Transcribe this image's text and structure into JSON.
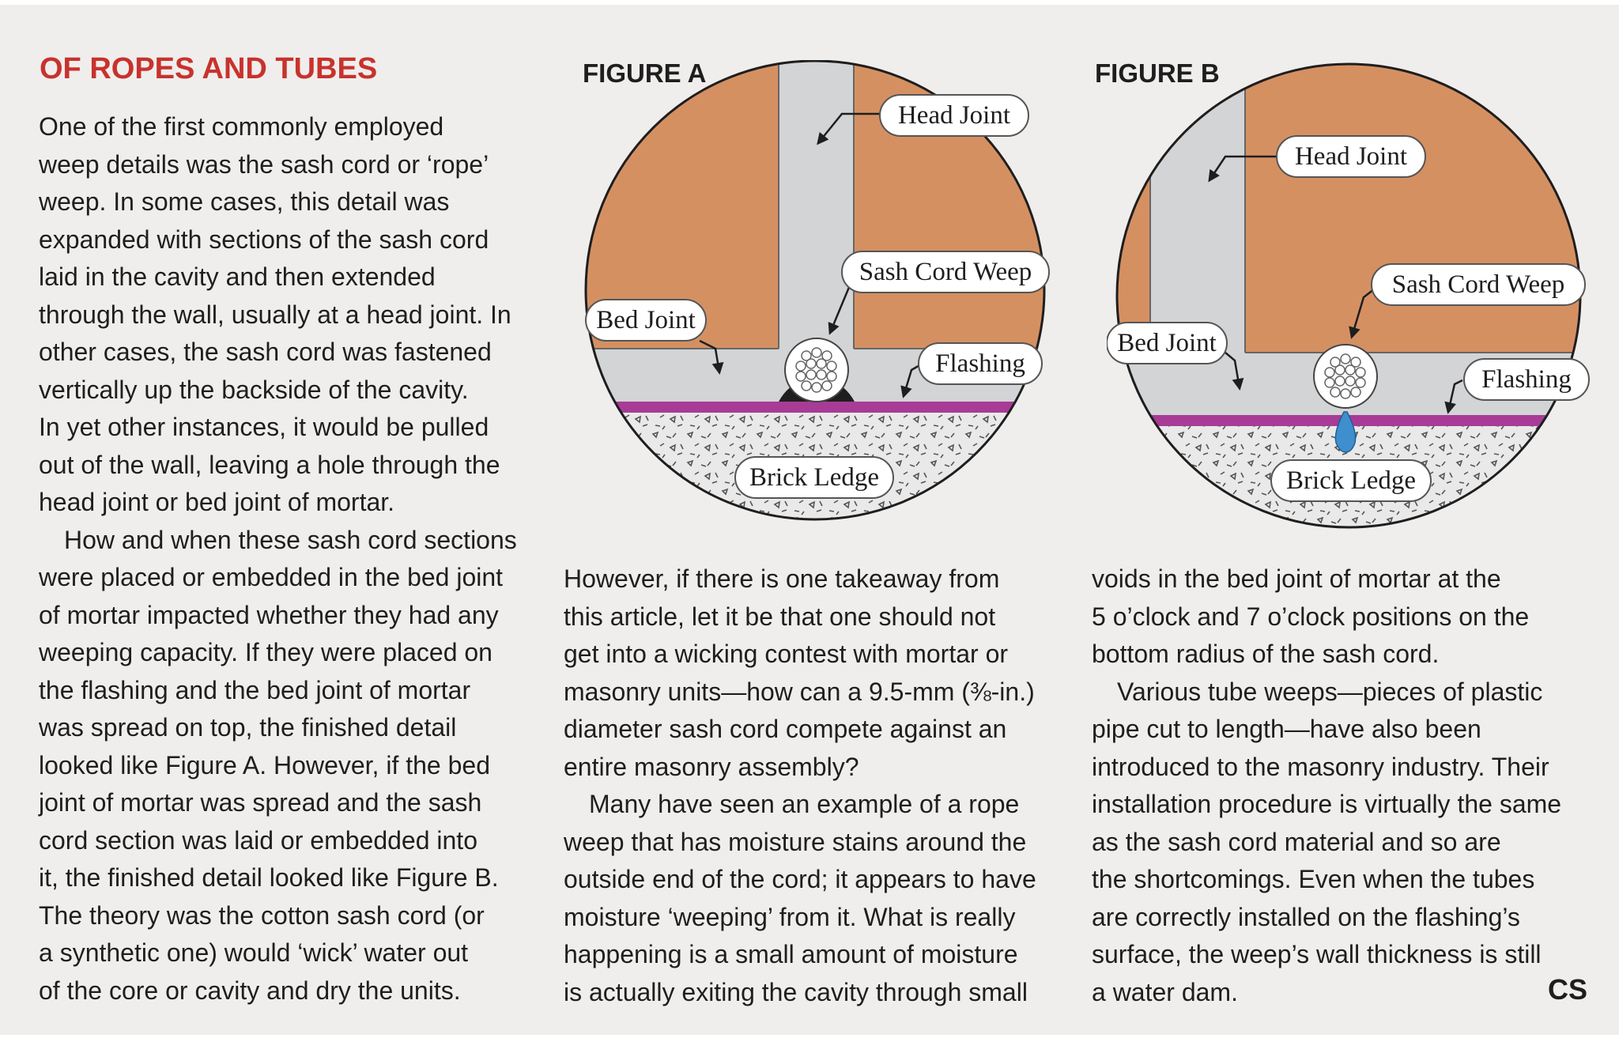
{
  "article": {
    "title": "OF ROPES AND TUBES",
    "columns": [
      {
        "lines": [
          "One of the first commonly employed",
          "weep details was the sash cord or ‘rope’",
          "weep. In some cases, this detail was",
          "expanded with sections of the sash cord",
          "laid in the cavity and then extended",
          "through the wall, usually at a head joint. In",
          "other cases, the sash cord was fastened",
          "vertically up the backside of the cavity.",
          "In yet other instances, it would be pulled",
          "out of the wall, leaving a hole through the",
          "head joint or bed joint of mortar.",
          " How and when these sash cord sections",
          "were placed or embedded in the bed joint",
          "of mortar impacted whether they had any",
          "weeping capacity. If they were placed on",
          "the flashing and the bed joint of mortar",
          "was spread on top, the finished detail",
          "looked like Figure A. However, if the bed",
          "joint of mortar was spread and the sash",
          "cord section was laid or embedded into",
          "it, the finished detail looked like Figure B.",
          "The theory was the cotton sash cord (or",
          "a synthetic one) would ‘wick’ water out",
          "of the core or cavity and dry the units."
        ]
      },
      {
        "lines": [
          "However, if there is one takeaway from",
          "this article, let it be that one should not",
          "get into a wicking contest with mortar or",
          "masonry units—how can a 9.5-mm (⅜-in.)",
          "diameter sash cord compete against an",
          "entire masonry assembly?",
          " Many have seen an example of a rope",
          "weep that has moisture stains around the",
          "outside end of the cord; it appears to have",
          "moisture ‘weeping’ from it. What is really",
          "happening is a small amount of moisture",
          "is actually exiting the cavity through small"
        ]
      },
      {
        "lines": [
          "voids in the bed joint of mortar at the",
          "5 o’clock and 7 o’clock positions on the",
          "bottom radius of the sash cord.",
          " Various tube weeps—pieces of plastic",
          "pipe cut to length—have also been",
          "introduced to the masonry industry. Their",
          "installation procedure is virtually the same",
          "as the sash cord material and so are",
          "the shortcomings. Even when the tubes",
          "are correctly installed on the flashing’s",
          "surface, the weep’s wall thickness is still",
          "a water dam."
        ]
      }
    ],
    "end_mark": "CS"
  },
  "figures": {
    "a": {
      "label": "FIGURE A",
      "callouts": {
        "head_joint": "Head Joint",
        "sash_cord_weep": "Sash Cord Weep",
        "bed_joint": "Bed Joint",
        "flashing": "Flashing",
        "brick_ledge": "Brick Ledge"
      }
    },
    "b": {
      "label": "FIGURE B",
      "callouts": {
        "head_joint": "Head Joint",
        "sash_cord_weep": "Sash Cord Weep",
        "bed_joint": "Bed Joint",
        "flashing": "Flashing",
        "brick_ledge": "Brick Ledge"
      }
    }
  },
  "colors": {
    "title": "#c8322d",
    "brick": "#d59062",
    "mortar": "#d3d4d6",
    "flashing": "#a83b96",
    "ledge": "#e9e9e9",
    "water_drop": "#3f8fcf"
  }
}
